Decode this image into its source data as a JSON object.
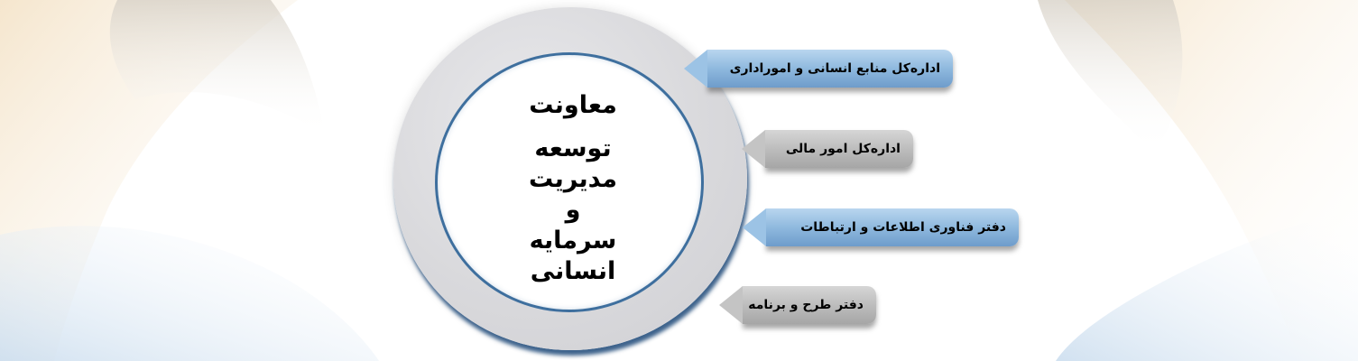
{
  "hub": {
    "line1": "معاونت",
    "line2": "توسعه مدیریت",
    "line3": "و",
    "line4": "سرمایه انسانی"
  },
  "branches": [
    {
      "label": "اداره‌کل منابع انسانی و اموراداری",
      "color": "blue"
    },
    {
      "label": "اداره‌کل امور مالی",
      "color": "gray"
    },
    {
      "label": "دفتر فناوری اطلاعات و ارتباطات",
      "color": "blue"
    },
    {
      "label": "دفتر طرح و برنامه",
      "color": "gray"
    }
  ],
  "colors": {
    "blue_pill": "#8fb9de",
    "gray_pill": "#bdbdbd",
    "ring": "#d9d9dc",
    "core_border": "#3e6f9e"
  }
}
